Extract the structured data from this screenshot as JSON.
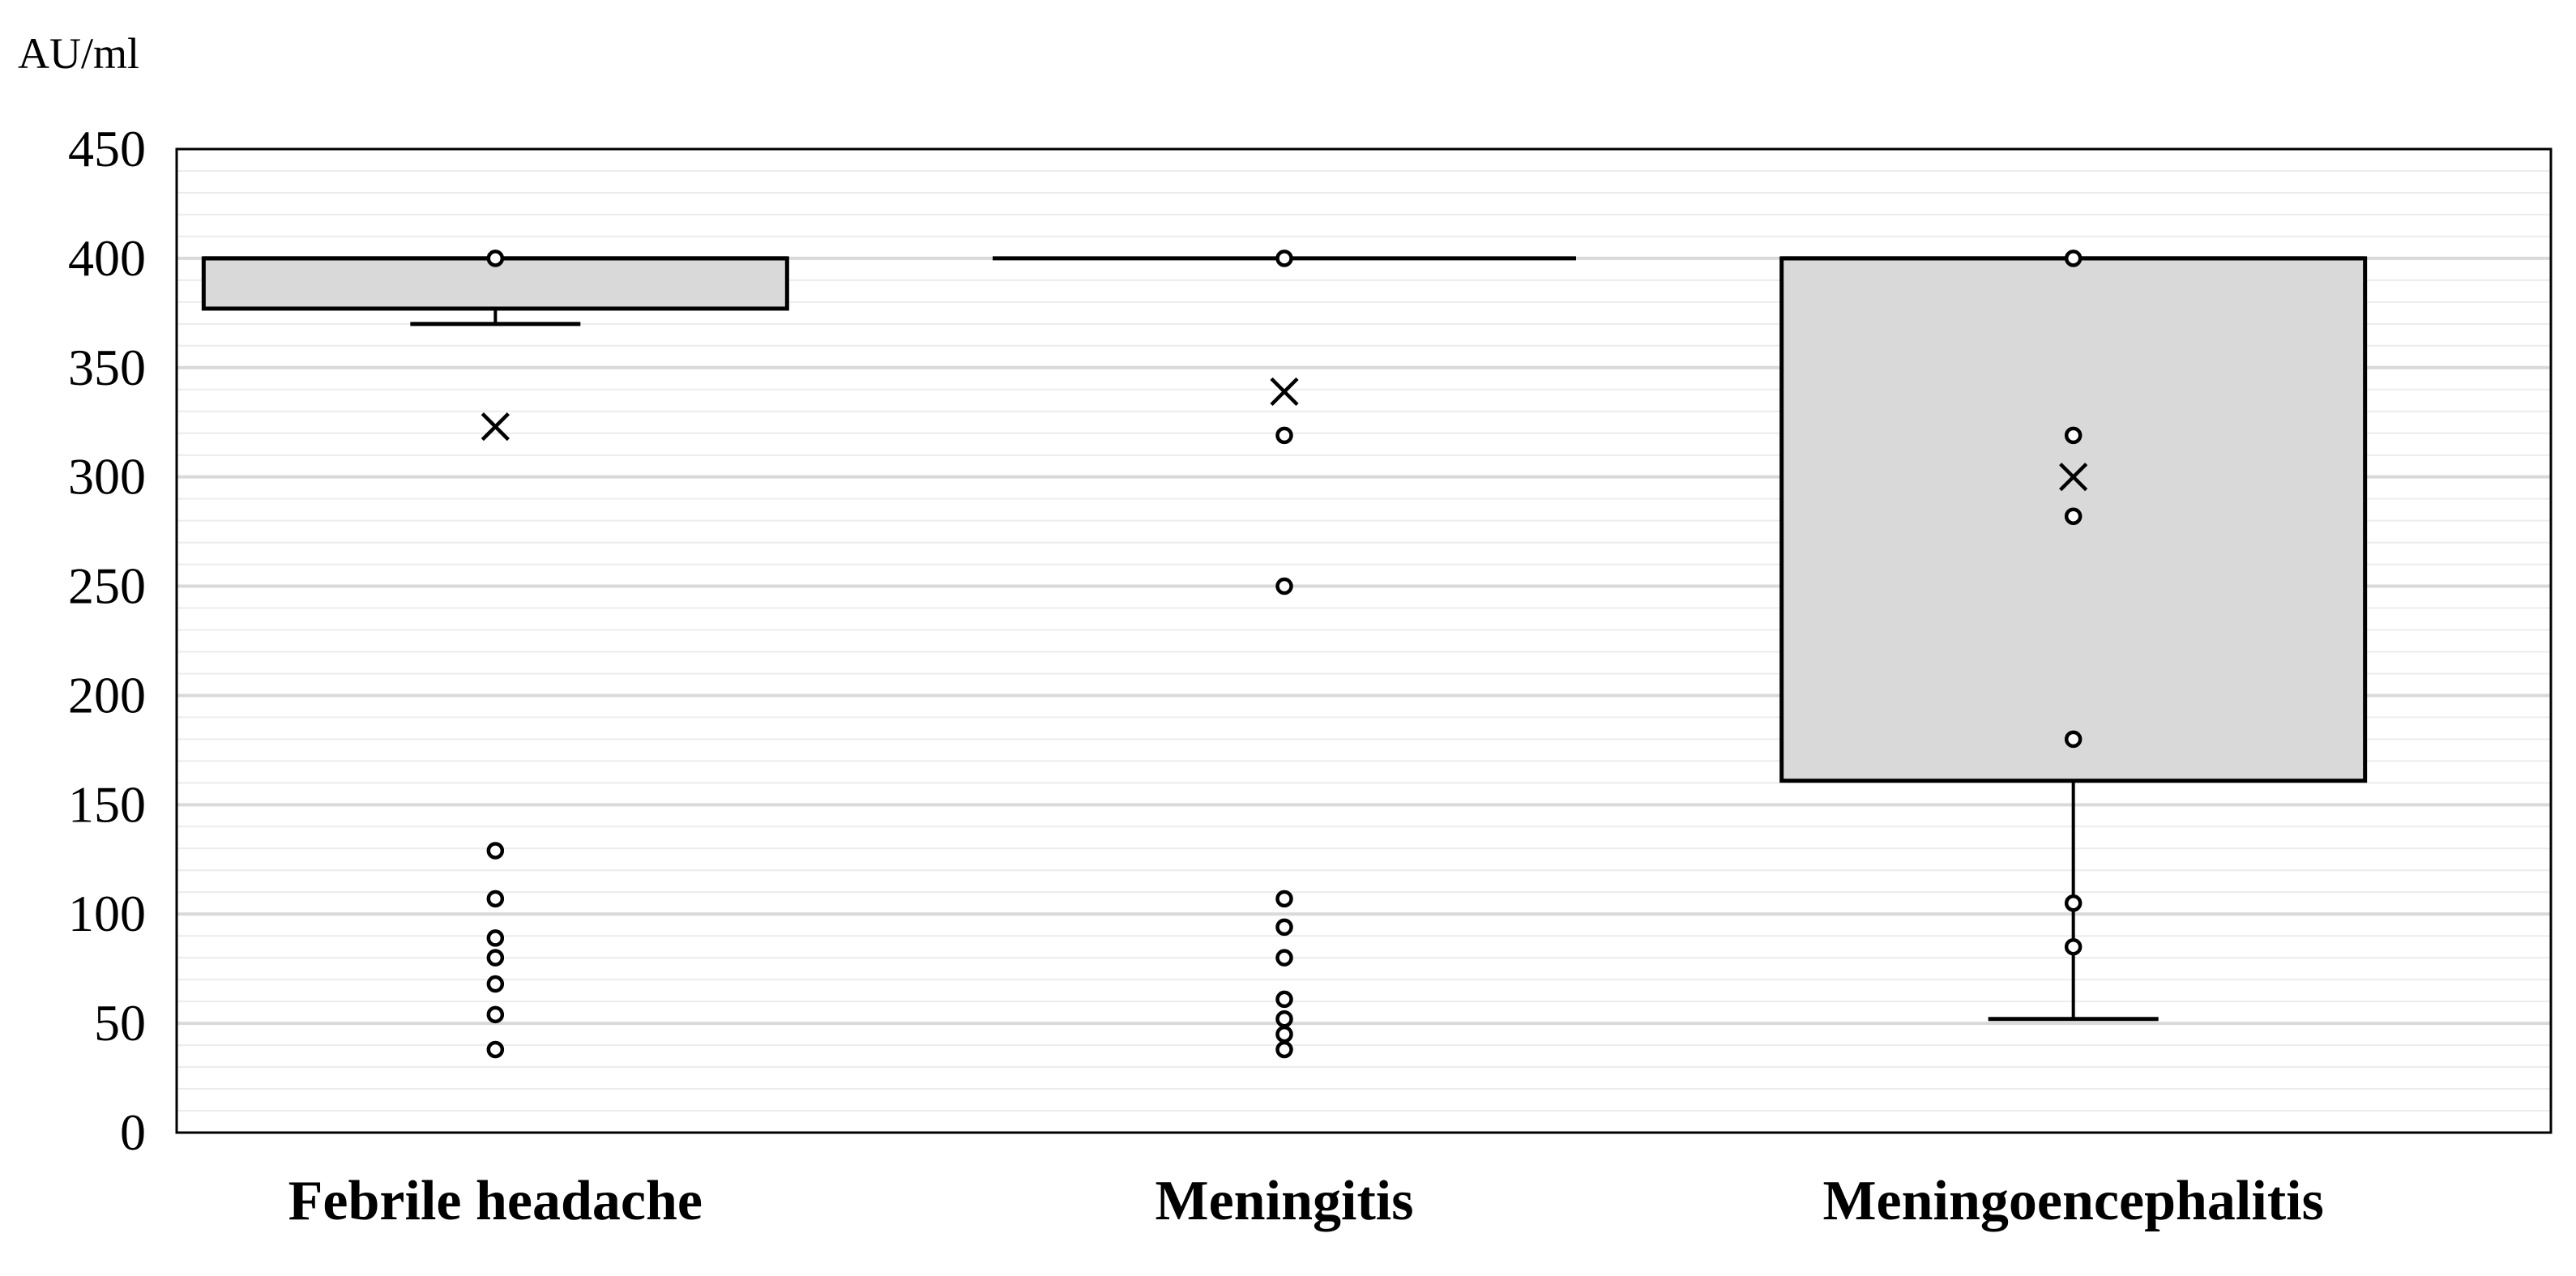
{
  "chart_data": {
    "type": "box",
    "ylabel": "AU/ml",
    "xlabel": "",
    "ylim": [
      0,
      450
    ],
    "y_major_ticks": [
      0,
      50,
      100,
      150,
      200,
      250,
      300,
      350,
      400,
      450
    ],
    "y_minor_step": 10,
    "grid": true,
    "categories": [
      "Febrile headache",
      "Meningitis",
      "Meningoencephalitis"
    ],
    "boxes": [
      {
        "category": "Febrile headache",
        "whisker_low": 370,
        "q1": 377,
        "median": 400,
        "q3": 400,
        "whisker_high": 400,
        "mean": 323,
        "points": [
          400,
          129,
          107,
          89,
          80,
          68,
          54,
          38
        ]
      },
      {
        "category": "Meningitis",
        "whisker_low": 400,
        "q1": 400,
        "median": 400,
        "q3": 400,
        "whisker_high": 400,
        "mean": 339,
        "points": [
          400,
          319,
          250,
          107,
          94,
          80,
          61,
          52,
          45,
          38
        ]
      },
      {
        "category": "Meningoencephalitis",
        "whisker_low": 52,
        "q1": 161,
        "median": 400,
        "q3": 400,
        "whisker_high": 400,
        "mean": 300,
        "points": [
          400,
          319,
          282,
          180,
          105,
          85
        ]
      }
    ],
    "colors": {
      "box_fill": "#d9d9d9",
      "stroke": "#000000",
      "grid_major": "#d9d9d9",
      "grid_minor": "#ececec"
    }
  }
}
